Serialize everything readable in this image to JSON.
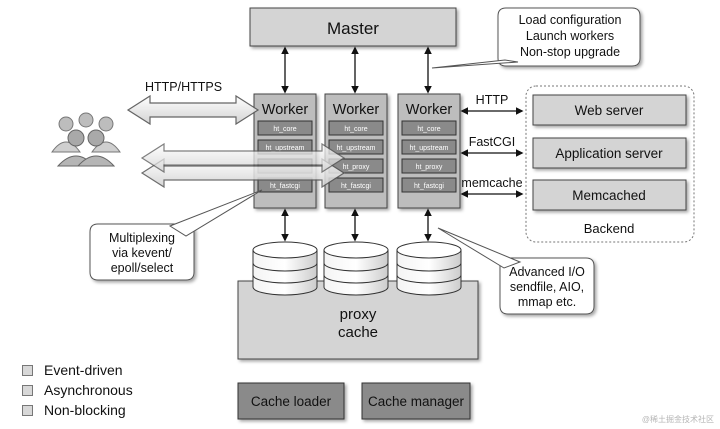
{
  "master": {
    "label": "Master"
  },
  "config_note": {
    "lines": [
      "Load configuration",
      "Launch workers",
      "Non-stop upgrade"
    ]
  },
  "protocol_label": "HTTP/HTTPS",
  "workers": [
    {
      "label": "Worker",
      "modules": [
        "ht_core",
        "ht_upstream",
        "",
        "ht_fastcgi"
      ]
    },
    {
      "label": "Worker",
      "modules": [
        "ht_core",
        "ht_upstream",
        "ht_proxy",
        "ht_fastcgi"
      ]
    },
    {
      "label": "Worker",
      "modules": [
        "ht_core",
        "ht_upstream",
        "ht_proxy",
        "ht_fastcgi"
      ]
    }
  ],
  "connections": [
    "HTTP",
    "FastCGI",
    "memcache"
  ],
  "backend": {
    "title": "Backend",
    "items": [
      "Web server",
      "Application server",
      "Memcached"
    ]
  },
  "multiplex_note": {
    "lines": [
      "Multiplexing",
      "via kevent/",
      "epoll/select"
    ]
  },
  "io_note": {
    "lines": [
      "Advanced I/O",
      "sendfile, AIO,",
      "mmap etc."
    ]
  },
  "proxy_cache": {
    "lines": [
      "proxy",
      "cache"
    ]
  },
  "cache_loader": "Cache loader",
  "cache_manager": "Cache manager",
  "legend": [
    "Event-driven",
    "Asynchronous",
    "Non-blocking"
  ],
  "watermark": "@稀土掘金技术社区",
  "colors": {
    "box_fill": "#d4d4d4",
    "box_dark": "#8a8a8a",
    "stroke": "#444444",
    "note_fill": "#ffffff"
  }
}
